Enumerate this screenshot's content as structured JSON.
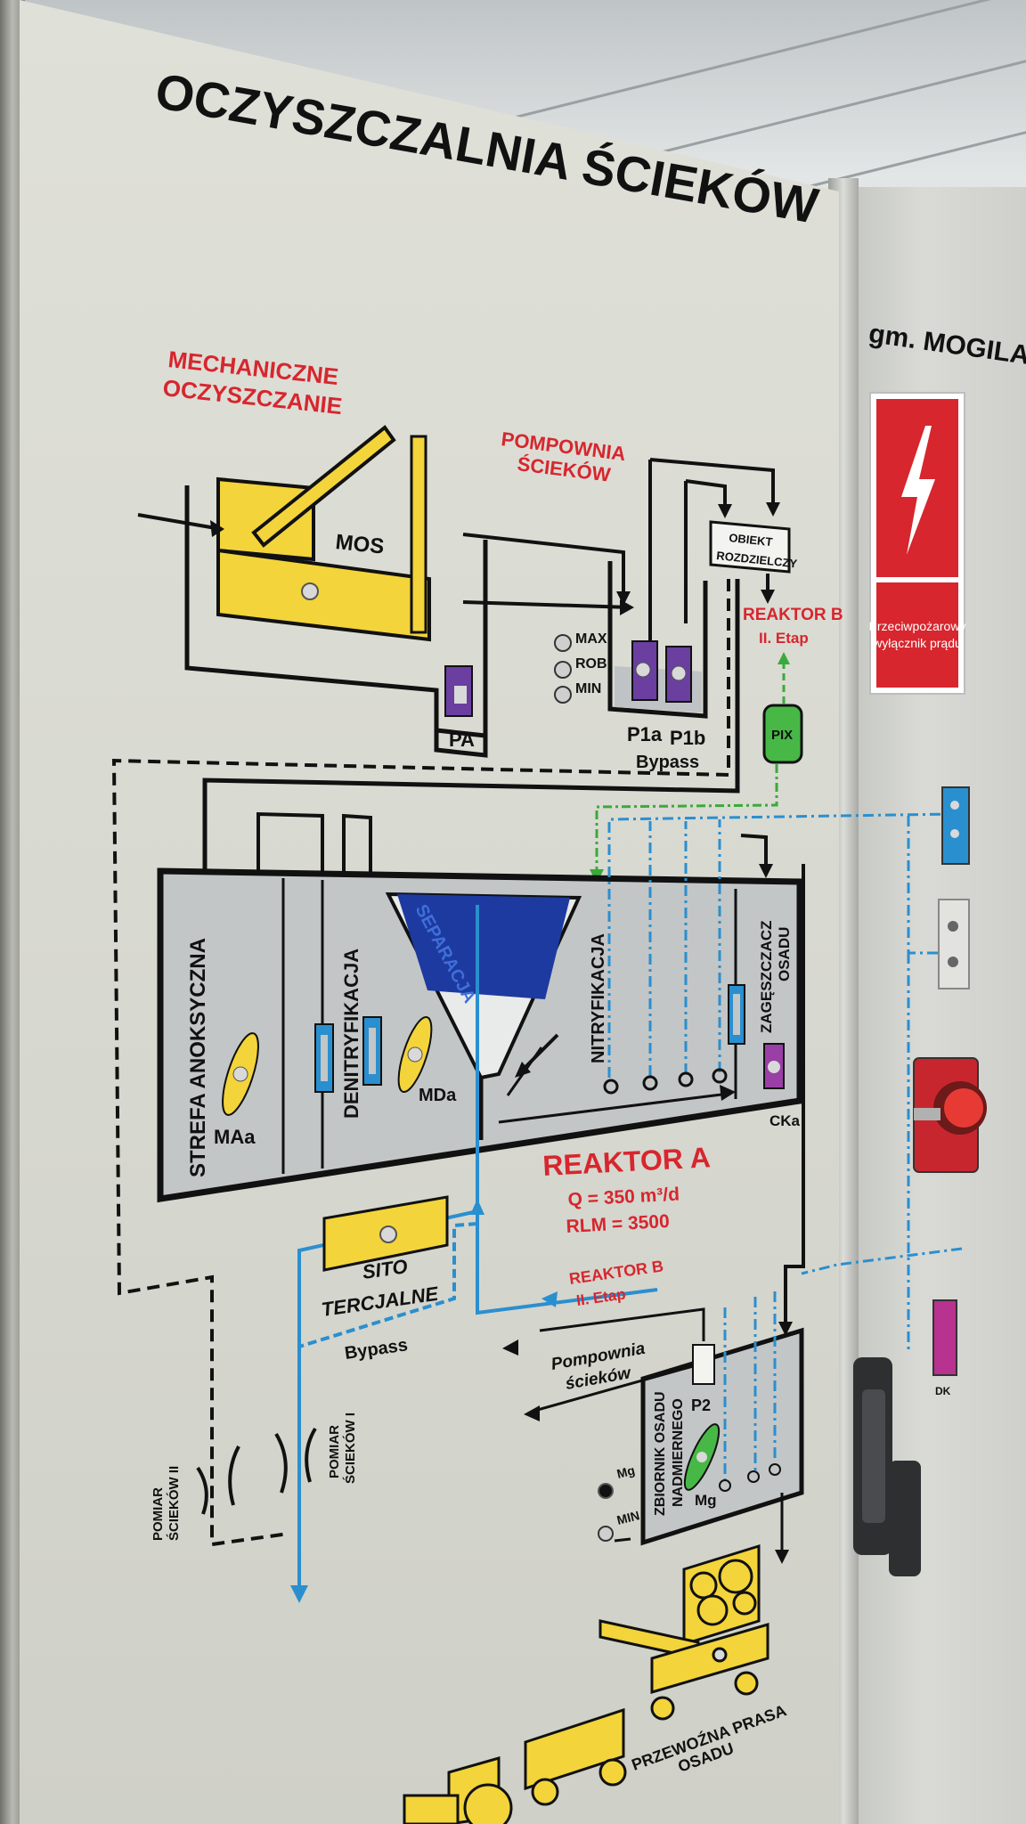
{
  "panel": {
    "title": "OCZYSZCZALNIA ŚCIEKÓW",
    "site_name": "gm. MOGILANY,"
  },
  "labels": {
    "mechanical": [
      "MECHANICZNE",
      "OCZYSZCZANIE"
    ],
    "mos": "MOS",
    "pumping": [
      "POMPOWNIA",
      "ŚCIEKÓW"
    ],
    "distribution": [
      "OBIEKT",
      "ROZDZIELCZY"
    ],
    "reactor_b_top": [
      "REAKTOR B",
      "II. Etap"
    ],
    "pix": "PIX",
    "levels": [
      "MAX",
      "ROB",
      "MIN"
    ],
    "pa": "PA",
    "p1a": "P1a",
    "p1b": "P1b",
    "bypass_top": "Bypass",
    "anoxic": "STREFA ANOKSYCZNA",
    "denitrification": "DENITRYFIKACJA",
    "separation": "SEPARACJA",
    "nitrification": "NITRYFIKACJA",
    "sludge_thickener": [
      "ZAGĘSZCZACZ",
      "OSADU"
    ],
    "maa": "MAa",
    "mda": "MDa",
    "cka": "CKa",
    "reactor_a": "REAKTOR A",
    "flow": "Q = 350 m³/d",
    "rlm": "RLM = 3500",
    "sieve": [
      "SITO",
      "TERCJALNE"
    ],
    "reactor_b_mid": [
      "REAKTOR B",
      "II. Etap"
    ],
    "bypass_bottom": "Bypass",
    "pumping_small": [
      "Pompownia",
      "ścieków"
    ],
    "excess_sludge": [
      "ZBIORNIK OSADU",
      "NADMIERNEGO"
    ],
    "p2": "P2",
    "mg": "Mg",
    "mg_level": "Mg",
    "min_level": "MIN",
    "measure_2": [
      "POMIAR",
      "ŚCIEKÓW II"
    ],
    "measure_1": [
      "POMIAR",
      "ŚCIEKÓW I"
    ],
    "press": [
      "PRZEWOŹNA PRASA",
      "OSADU"
    ],
    "dk": "DK"
  },
  "warning_sign": {
    "text": "Przeciwpożarowy wyłącznik prądu"
  },
  "colors": {
    "yellow": "#f3d43a",
    "red_text": "#d7262e",
    "blue_line": "#2a8fcf",
    "green_line": "#3aaa3a",
    "pump_purple": "#6a3fa0",
    "separator_blue": "#1d3aa0"
  }
}
